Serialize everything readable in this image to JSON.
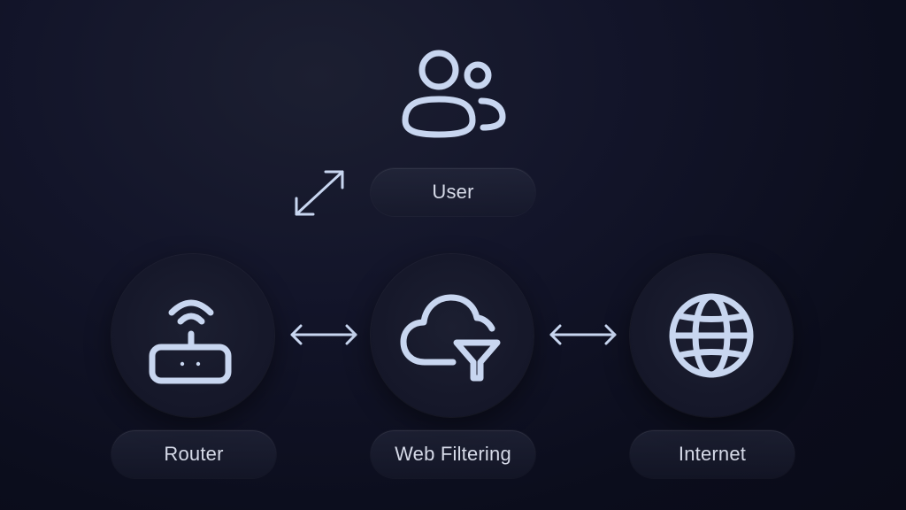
{
  "diagram": {
    "nodes": {
      "user": {
        "label": "User",
        "icon": "users-icon"
      },
      "router": {
        "label": "Router",
        "icon": "router-wifi-icon"
      },
      "web_filtering": {
        "label": "Web Filtering",
        "icon": "cloud-filter-icon"
      },
      "internet": {
        "label": "Internet",
        "icon": "globe-icon"
      }
    },
    "connections": [
      {
        "from": "user",
        "to": "router",
        "style": "bidirectional"
      },
      {
        "from": "router",
        "to": "web_filtering",
        "style": "bidirectional"
      },
      {
        "from": "web_filtering",
        "to": "internet",
        "style": "bidirectional"
      }
    ]
  },
  "colors": {
    "icon_stroke": "#c8d6f0",
    "label_text": "#d6dae8",
    "background": "#0f1122"
  }
}
